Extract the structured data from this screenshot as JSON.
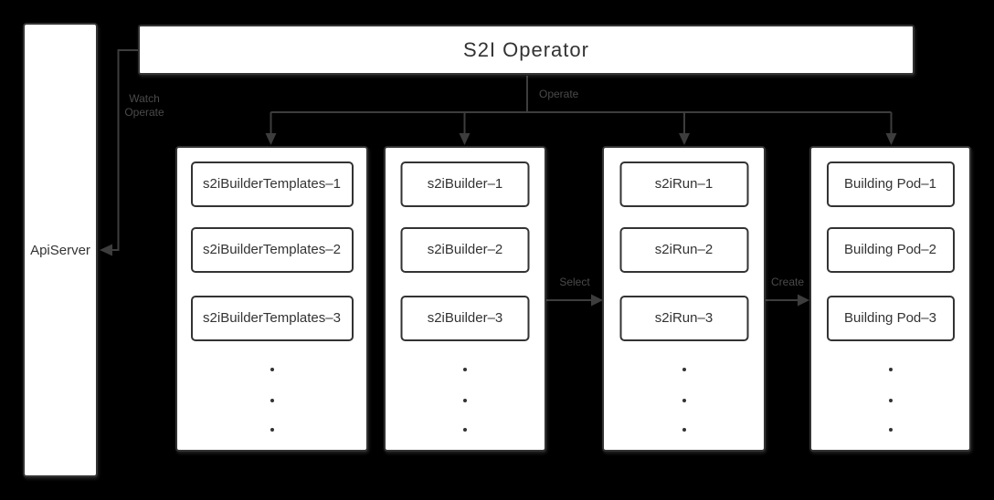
{
  "diagram": {
    "operator": {
      "label": "S2I Operator"
    },
    "api_server": {
      "label": "ApiServer"
    },
    "edges": {
      "watch_operate": {
        "line1": "Watch",
        "line2": "Operate"
      },
      "operate": {
        "label": "Operate"
      },
      "select": {
        "label": "Select"
      },
      "create": {
        "label": "Create"
      }
    },
    "columns": [
      {
        "items": [
          "s2iBuilderTemplates–1",
          "s2iBuilderTemplates–2",
          "s2iBuilderTemplates–3"
        ]
      },
      {
        "items": [
          "s2iBuilder–1",
          "s2iBuilder–2",
          "s2iBuilder–3"
        ]
      },
      {
        "items": [
          "s2iRun–1",
          "s2iRun–2",
          "s2iRun–3"
        ]
      },
      {
        "items": [
          "Building Pod–1",
          "Building Pod–2",
          "Building Pod–3"
        ]
      }
    ],
    "colors": {
      "background": "#000000",
      "box_fill": "#ffffff",
      "box_border": "#333333",
      "box_text": "#333333",
      "connector": "#3d3d3d",
      "edge_label": "#4a4a4a"
    }
  }
}
